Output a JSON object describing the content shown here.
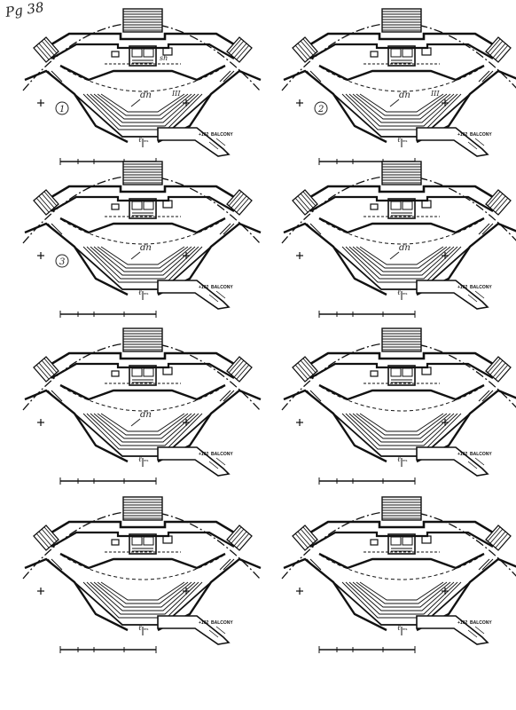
{
  "sheet": {
    "page_number": "Pg 38"
  },
  "plan": {
    "balcony_elevation": "+102",
    "balcony_label": "BALCONY",
    "centerline_label": "ℓ",
    "centerline_sub": "ms"
  },
  "panels": [
    {
      "id": 1,
      "marks": {
        "circle": "1",
        "dn": "dn",
        "extra1": "sh",
        "extra2": "III"
      }
    },
    {
      "id": 2,
      "marks": {
        "circle": "2",
        "dn": "dn",
        "extra1": "",
        "extra2": "III"
      }
    },
    {
      "id": 3,
      "marks": {
        "circle": "3",
        "dn": "dn",
        "extra1": "",
        "extra2": ""
      }
    },
    {
      "id": 4,
      "marks": {
        "circle": "",
        "dn": "dn",
        "extra1": "",
        "extra2": ""
      }
    },
    {
      "id": 5,
      "marks": {
        "circle": "",
        "dn": "dn",
        "extra1": "",
        "extra2": ""
      }
    },
    {
      "id": 6,
      "marks": {
        "circle": "",
        "dn": "",
        "extra1": "",
        "extra2": ""
      }
    },
    {
      "id": 7,
      "marks": {
        "circle": "",
        "dn": "",
        "extra1": "",
        "extra2": ""
      }
    },
    {
      "id": 8,
      "marks": {
        "circle": "",
        "dn": "",
        "extra1": "",
        "extra2": ""
      }
    }
  ]
}
